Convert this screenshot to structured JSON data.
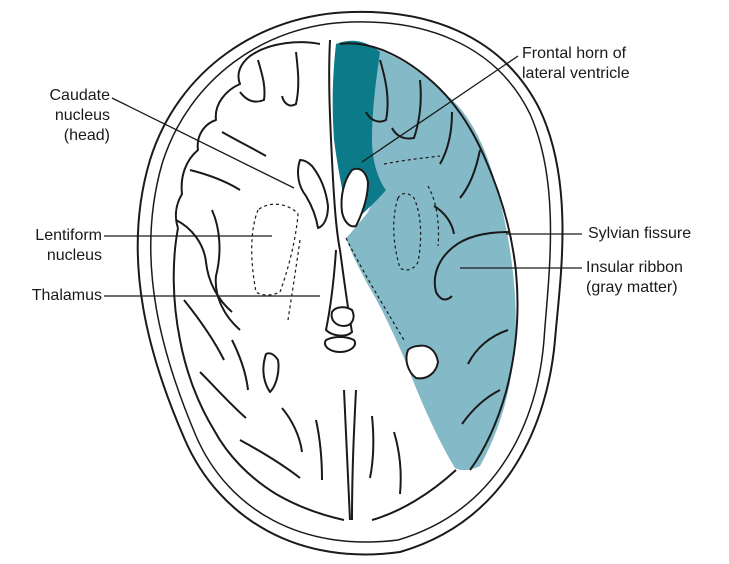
{
  "colors": {
    "outline": "#1a1a1a",
    "light_shade": "#84bac8",
    "dark_shade": "#0d7a8a",
    "background": "#ffffff"
  },
  "labels": {
    "caudate": [
      "Caudate",
      "nucleus",
      "(head)"
    ],
    "lentiform": [
      "Lentiform",
      "nucleus"
    ],
    "thalamus": [
      "Thalamus"
    ],
    "frontal_horn": [
      "Frontal horn of",
      "lateral ventricle"
    ],
    "sylvian": [
      "Sylvian fissure"
    ],
    "insular": [
      "Insular ribbon",
      "(gray matter)"
    ]
  }
}
